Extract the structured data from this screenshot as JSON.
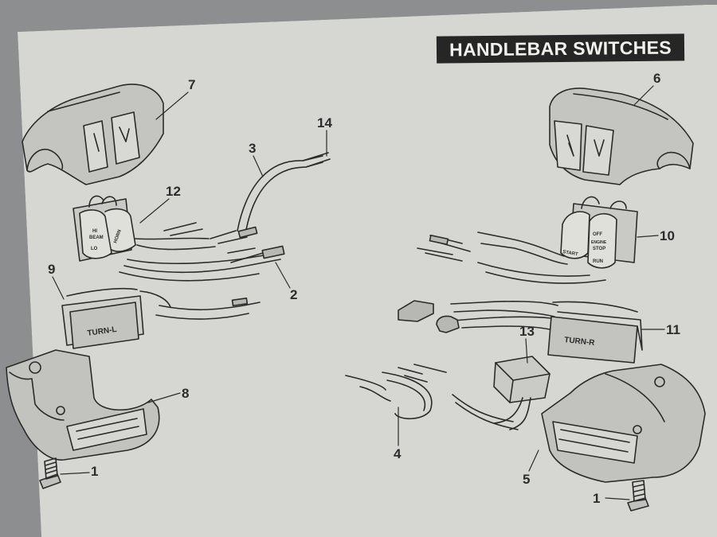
{
  "title": "HANDLEBAR SWITCHES",
  "callouts": [
    "7",
    "6",
    "14",
    "3",
    "12",
    "10",
    "9",
    "2",
    "13",
    "11",
    "8",
    "4",
    "1",
    "5",
    "1"
  ],
  "switch_labels": {
    "turn_left": "TURN-L",
    "turn_right": "TURN-R",
    "hi": "HI",
    "beam": "BEAM",
    "lo": "LO",
    "horn": "HORN",
    "start": "START",
    "off": "OFF",
    "engine": "ENGINE",
    "stop": "STOP",
    "run": "RUN"
  },
  "colors": {
    "paper": "#d7d8d3",
    "ink": "#2a2a2a",
    "banner": "#262626"
  }
}
